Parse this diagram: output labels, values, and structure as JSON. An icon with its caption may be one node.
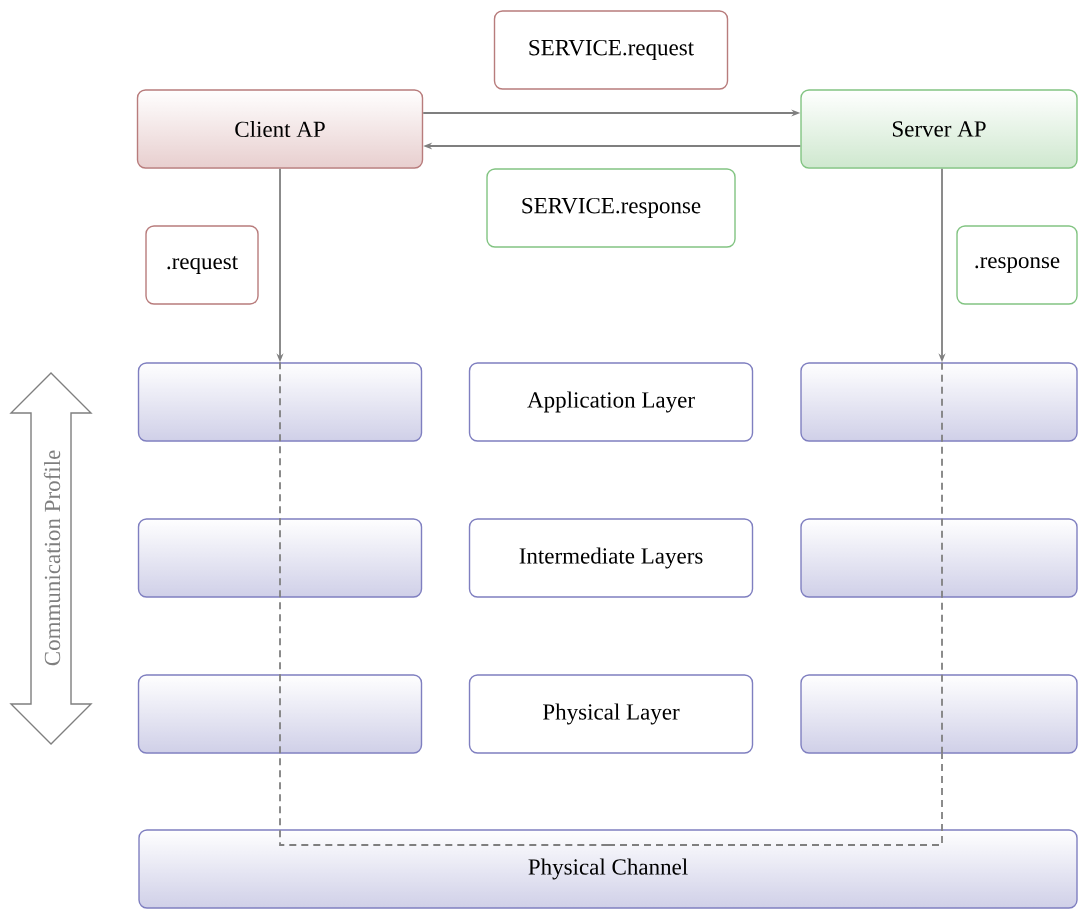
{
  "diagram": {
    "nodes": [
      {
        "text": [
          "SERVICE.request"
        ]
      },
      {
        "text": [
          "Client AP"
        ]
      },
      {
        "text": [
          "Server AP"
        ]
      },
      {
        "text": [
          "SERVICE.response"
        ]
      },
      {
        "text": [
          ".request"
        ]
      },
      {
        "text": [
          ".response"
        ]
      },
      {
        "text": [],
        "shape": "box"
      },
      {
        "text": [
          "Application Layer"
        ]
      },
      {
        "text": [],
        "shape": "box"
      },
      {
        "text": [],
        "shape": "box"
      },
      {
        "text": [
          "Intermediate Layers"
        ]
      },
      {
        "text": [],
        "shape": "box"
      },
      {
        "text": [],
        "shape": "box"
      },
      {
        "text": [
          "Physical Layer"
        ]
      },
      {
        "text": [],
        "shape": "box"
      },
      {
        "text": [
          "Physical Channel"
        ]
      },
      {
        "text": [
          "Communication Profile"
        ]
      }
    ],
    "edges": [
      {
        "from": 1,
        "to": 2,
        "arrow": "to"
      },
      {
        "from": 2,
        "to": 1,
        "arrow": "to"
      },
      {
        "from": 1,
        "to": 6,
        "arrow": "to"
      },
      {
        "from": 2,
        "to": 8,
        "arrow": "to"
      },
      {
        "from": 6,
        "to": 9,
        "arrow": "none",
        "style": "dashed"
      },
      {
        "from": 9,
        "to": 12,
        "arrow": "none",
        "style": "dashed"
      },
      {
        "from": 12,
        "to": 15,
        "arrow": "none",
        "style": "dashed"
      },
      {
        "from": 15,
        "to": 14,
        "arrow": "none",
        "style": "dashed"
      },
      {
        "from": 14,
        "to": 11,
        "arrow": "none",
        "style": "dashed"
      },
      {
        "from": 11,
        "to": 8,
        "arrow": "none",
        "style": "dashed"
      }
    ]
  }
}
